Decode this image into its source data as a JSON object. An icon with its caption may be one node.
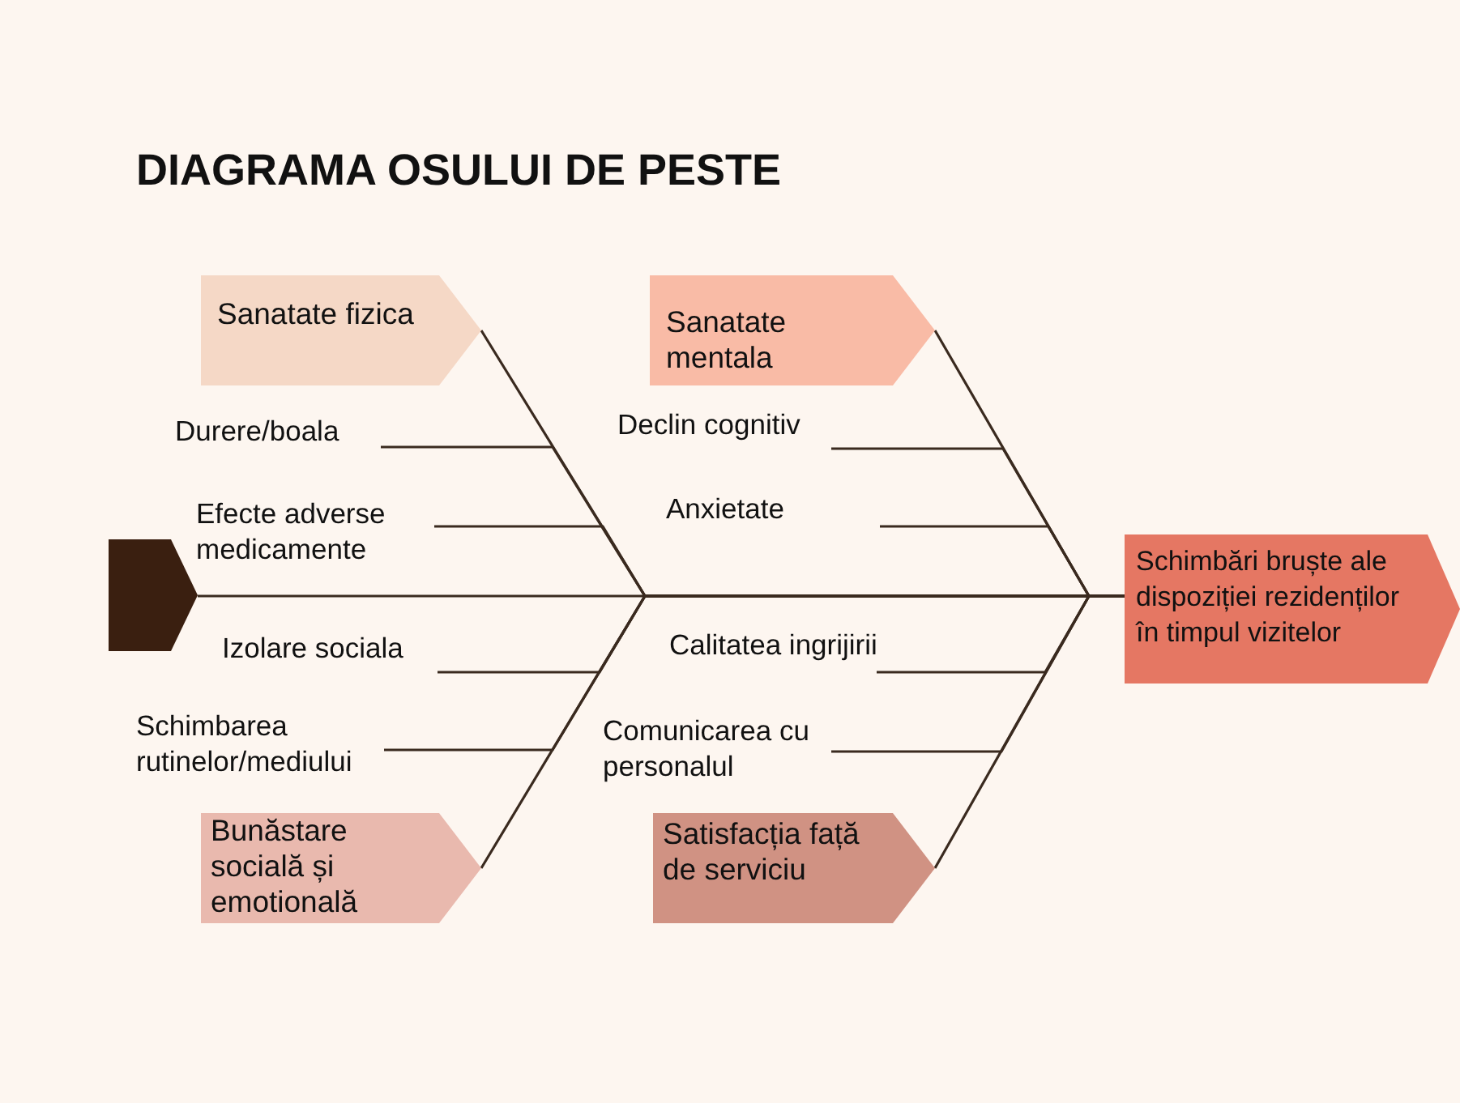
{
  "diagram": {
    "title": "DIAGRAMA OSULUI DE PESTE",
    "nodes": [
      {
        "text": [
          "Sanatate fizica"
        ]
      },
      {
        "text": [
          "Sanatate mentala"
        ]
      },
      {
        "text": [
          "Durere/boala"
        ]
      },
      {
        "text": [
          "Declin cognitiv"
        ]
      },
      {
        "text": [
          "Efecte adverse medicamente"
        ]
      },
      {
        "text": [
          "Anxietate"
        ]
      },
      {
        "text": [],
        "shape": "pentagon"
      },
      {
        "text": [
          "Schimbări bruște ale dispoziției rezidenților în timpul vizitelor"
        ]
      },
      {
        "text": [
          "Izolare sociala"
        ]
      },
      {
        "text": [
          "Calitatea ingrijirii"
        ]
      },
      {
        "text": [
          "Schimbarea rutinelor/mediului"
        ]
      },
      {
        "text": [
          "Comunicarea cu personalul"
        ]
      },
      {
        "text": [
          "Bunăstare socială și emotională"
        ]
      },
      {
        "text": [
          "Satisfacția față de serviciu"
        ]
      }
    ],
    "edges": [
      {
        "from": 0,
        "to": 7,
        "arrow": "none"
      },
      {
        "from": 1,
        "to": 7,
        "arrow": "none"
      },
      {
        "from": 2,
        "to": 7,
        "arrow": "none"
      },
      {
        "from": 3,
        "to": 7,
        "arrow": "none"
      },
      {
        "from": 4,
        "to": 7,
        "arrow": "none"
      },
      {
        "from": 5,
        "to": 7,
        "arrow": "none"
      },
      {
        "from": 6,
        "to": 7,
        "arrow": "none"
      },
      {
        "from": 8,
        "to": 7,
        "arrow": "none"
      },
      {
        "from": 9,
        "to": 7,
        "arrow": "none"
      },
      {
        "from": 10,
        "to": 7,
        "arrow": "none"
      },
      {
        "from": 11,
        "to": 7,
        "arrow": "none"
      },
      {
        "from": 12,
        "to": 7,
        "arrow": "none"
      },
      {
        "from": 13,
        "to": 7,
        "arrow": "none"
      }
    ]
  }
}
